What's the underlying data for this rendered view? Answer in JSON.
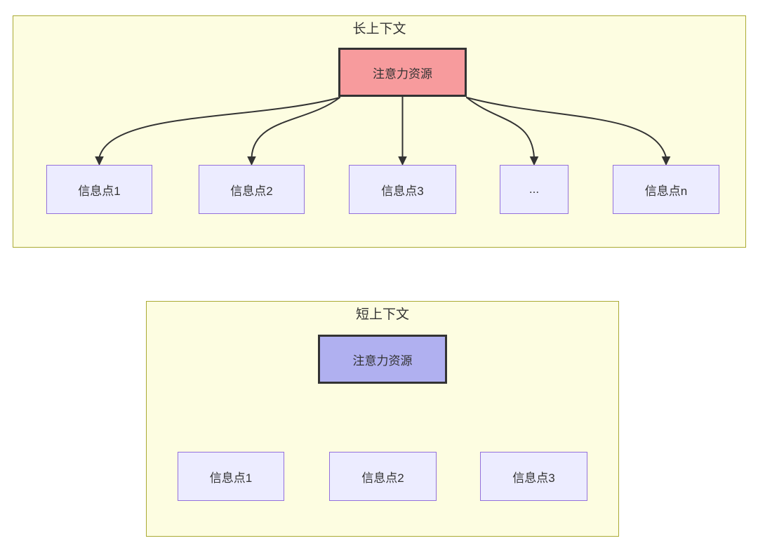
{
  "diagram": {
    "long_context": {
      "title": "长上下文",
      "hub_label": "注意力资源",
      "nodes": [
        "信息点1",
        "信息点2",
        "信息点3",
        "...",
        "信息点n"
      ]
    },
    "short_context": {
      "title": "短上下文",
      "hub_label": "注意力资源",
      "nodes": [
        "信息点1",
        "信息点2",
        "信息点3"
      ]
    },
    "colors": {
      "container_fill": "#fdfde1",
      "container_border": "#aaaa33",
      "hub_long_fill": "#f79b9d",
      "hub_short_fill": "#b0b0f0",
      "hub_border": "#333333",
      "node_fill": "#ececff",
      "node_border": "#9370db",
      "edge": "#333333",
      "text": "#333333"
    }
  }
}
